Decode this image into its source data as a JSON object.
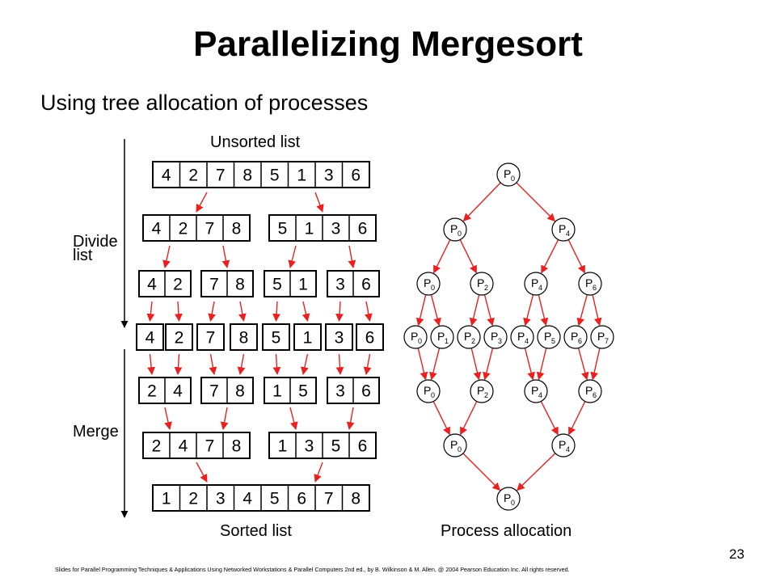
{
  "slide": {
    "title": "Parallelizing Mergesort",
    "subtitle": "Using tree allocation of processes",
    "page_number": "23",
    "footer": "Slides for Parallel Programming Techniques & Applications Using Networked Workstations & Parallel Computers 2nd ed., by B. Wilkinson & M. Allen, @ 2004 Pearson Education Inc. All rights reserved."
  },
  "diagram": {
    "labels": {
      "unsorted": "Unsorted list",
      "divide_line1": "Divide",
      "divide_line2": "list",
      "merge": "Merge",
      "sorted": "Sorted list",
      "process": "Process allocation"
    },
    "colors": {
      "arrow": "#e8201f",
      "box": "#000000",
      "node_fill": "#ffffff"
    },
    "list_levels": [
      [
        [
          "4",
          "2",
          "7",
          "8",
          "5",
          "1",
          "3",
          "6"
        ]
      ],
      [
        [
          "4",
          "2",
          "7",
          "8"
        ],
        [
          "5",
          "1",
          "3",
          "6"
        ]
      ],
      [
        [
          "4",
          "2"
        ],
        [
          "7",
          "8"
        ],
        [
          "5",
          "1"
        ],
        [
          "3",
          "6"
        ]
      ],
      [
        [
          "4"
        ],
        [
          "2"
        ],
        [
          "7"
        ],
        [
          "8"
        ],
        [
          "5"
        ],
        [
          "1"
        ],
        [
          "3"
        ],
        [
          "6"
        ]
      ],
      [
        [
          "2",
          "4"
        ],
        [
          "7",
          "8"
        ],
        [
          "1",
          "5"
        ],
        [
          "3",
          "6"
        ]
      ],
      [
        [
          "2",
          "4",
          "7",
          "8"
        ],
        [
          "1",
          "3",
          "5",
          "6"
        ]
      ],
      [
        [
          "1",
          "2",
          "3",
          "4",
          "5",
          "6",
          "7",
          "8"
        ]
      ]
    ],
    "process_levels": [
      [
        "0"
      ],
      [
        "0",
        "4"
      ],
      [
        "0",
        "2",
        "4",
        "6"
      ],
      [
        "0",
        "1",
        "2",
        "3",
        "4",
        "5",
        "6",
        "7"
      ],
      [
        "0",
        "2",
        "4",
        "6"
      ],
      [
        "0",
        "4"
      ],
      [
        "0"
      ]
    ],
    "node_letter": "P"
  }
}
